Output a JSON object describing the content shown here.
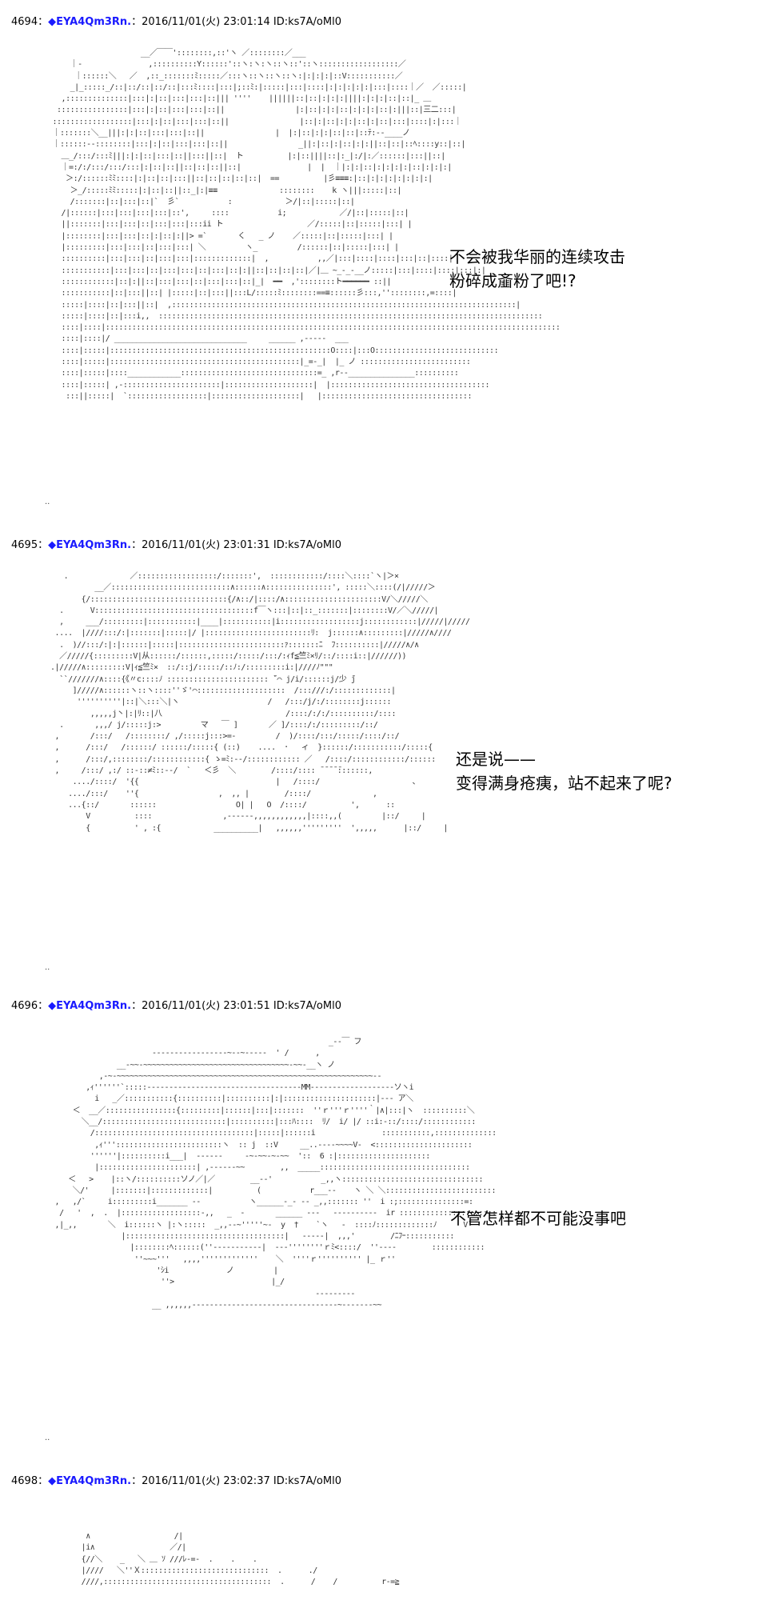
{
  "posts": [
    {
      "header": {
        "number": "4694",
        "separator": "：",
        "diamond": "◆",
        "trip": "EYA4Qm3Rn.",
        "separator2": "：",
        "datetime": "2016/11/01(火) 23:01:14 ID:ks7A/oMl0"
      },
      "dialogue": "不会被我华丽的连续攻击\n粉碎成齑粉了吧!?",
      "aa": "                     __／￣￣'::::::::,::'ヽ ／::::::::／___\n     ｜-               ,::::::::::Y::::::'::ヽ:ヽ:ヽ::ヽ::'::ヽ::::::::::::::::::／\n      ｜::::::＼   ／  ,::_:::::::ﾐ:::::／:::ヽ::ヽ::ヽ::ヽ:|:|:|:|::V:::::::::::／\n     _|_:::::_/::|::/::|::/::|:::ﾐ::::|:::|;::ﾐ:|:::::|:::|::::|:|:|:|:|:|:::|::::｜／  ／:::::|\n   ,::::::::::::::|:::|:|::|:::|:::|::||| ''''    ||||||::|::|:|:|:||||:|:|:|::|::|_ ＿\n  ::::::::::::::::|:::|:|::|:::|:::|::||                |:|::|:|:|::|:|:|:|::|:|||::|三二:::|\n ::::::::::::::::::|:::|:|::|:::|:::|::||                |::|:|::|:|:|::|:|::|:::|::::|:|:::｜\n ｜:::::::＼__|||:|:|::|:::|:::|::||                |  |:|::|:|:|::|::|::ﾃ:--____ノ\n ｜::::::--::::::::|:::|:|::|:::|:::|::||                _||:|::|:|::|:|:||::|::|::ﾍ::::y::|::|\n   ＿_/:::/:::ﾐ|||:|:|::|:::|::||:::||::|  ト          |:|::||||::|:_|:/|:／::::::|:::||::|\n   ｜=:/:/:::/:::/:::|:|::|::||::|::|::||::|               |  |  ｜|:|:|::|:|:|:|:|::|:|:|:|\n    ＞:/::::::ﾐﾐ::::|:|::|::|:::||::|::|::|::|::|  ==          |彡≡≡≡:|::|:|:|:|:|:|:|:|\n     ＞_/:::::ﾐﾐ:::::|:|::|::||::_|:|≡≡              ::::::::    k ヽ|||:::::|::|\n     /:::::::|::|:::|::|`  彡`           :            ＞/|::|:::::|::|\n   /|::::::|:::|:::|:::|:::|::',     ::::           i;            ／/|::|:::::|::|\n   ||:::::::|:::|:::|::|:::|:::|:::ii ト                   ／/:::::|::|:::::|:::| |\n   |::::::::|:::|:::|::|:|::|:||> =`       く   _ ノ    ／:::::|::|:::::|:::| |\n   |:::::::::|:::|:::|::|:::|:::| ＼         ヽ_         /::::::|::|:::::|:::| |\n   ::::::::::|:::|:::|::|:::|:::|:::::::::::::|  ,           ,,／|:::|::::|::::|:::|::|::::|\n   :::::::::::|:::|:::|::|:::|:::|::|:::|::|:||::|::|::|::|／|＿ ~_-_-__ノ:::::|:::|::::|::::|:::|:|\n   ::::::::::::|::|:||::|:::|:::|::|:::|:::|::|_|  ━━  ,'::::::::ト━━━━━━ ::||\n   :::::::::::|::|:::||::| |:::::|::|:::||:::L/:::::ﾐ::::::::==≡::::::彡:::,''::::::::,=::::|\n   :::::|::::|::|:::||::|  ,::::::::::::::::::::::::::::::::::::::::::::::::::::::::::::::::::::::::::::::|\n   :::::|::::|::|:::i,,  :::::::::::::::::::::::::::::::::::::::::::::::::::::::::::::::::::::::::::::::::::::::\n   ::::|::::|:::::::::::::::::::::::::::::::::::::::::::::::::::::::::::::::::::::::::::::::::::::::::::::::::::::::\n   ::::|::::|/ ______________________________     ______ ,-----  ___\n   ::::|:::::|::::::::::::::::::::::::::::::::::::::::::::::::::O::::|:::O::::::::::::::::::::::::::::\n   ::::|:::::|:::::::::::::::::::::::::::::::::::::::::::|_=-_|  |_ ノ :::::::::::::::::::::::::\n   ::::|:::::|::::____________:::::::::::::::::::::::::::::::=_ ,r--_______________::::::::::\n   ::::|:::::| ,-::::::::::::::::::::::|::::::::::::::::::::|  |::::::::::::::::::::::::::::::::::::\n    :::||:::::|  `::::::::::::::::::|::::::::::::::::::::|   |::::::::::::::::::::::::::::::::::"
    },
    {
      "header": {
        "number": "4695",
        "separator": "：",
        "diamond": "◆",
        "trip": "EYA4Qm3Rn.",
        "separator2": "：",
        "datetime": "2016/11/01(火) 23:01:31 ID:ks7A/oMl0"
      },
      "dialogue": "还是说——\n变得满身疮痍，站不起来了呢?",
      "aa": "     .              ／::::::::::::::::::/:::::::',  ::::::::::::/::::＼::::`ヽ|＞×\n            __／:::::::::::::::::::::::::::∧::::::∧:::::::::::::::', :::::＼::::(/|/////＞\n         {/:::::::::::::::::::::::::::::::{/∧::/|::::/∧::::::::::::::::::::::V/＼/////＼\n    .      V::::::::::::::::::::::::::::::::::::f￣ヽ:::|::|::_:::::::|::::::::V/／＼/////|\n    ,     ___/:::::::::|:::::::::::|____|:::::::::::|i::::::::::::::::::j::::::::::::|/////|/////\n   ....  |////:::/:|:::::::|:::::|/ |::::::::::::::::::::::::ﾘ:  j::::::∧:::::::::|/////∧////\n    .  )//:::/:|:|::::::|:::::|::::::::::::::::::::::::ｧ:::::::ﾆ  ﾌ::::::::::|/////∧/∧\n    ／/////{:::::::::V|从::::::/::::::,:::::/:::::/:::/:ｨf≦竺ﾐ×ﾘ/::/::::i::|//////))\n  .|/////∧:::::::::V|ｨ≦竺ﾐ×  ::/::j/:::::/::ﾉ:/:::::::::i:|////ﾉ\"\"\"\n    ``///////∧::::{《〃c::::ﾉ ::::::::::::::::::::::: ̄`⌒ j/i/::::::j/少 ̄j\n       ]/////∧::::::ヽ::ヽ::::''ゞ'⌒::::::::::::::::::::  /:::///:/:::::::::::::|\n        ''''''''''|::|＼:::＼|ヽ                    /   /:::/j/:/::::::::j::::::\n           ,,,,,j丶|:|ﾘ::|八                            /::::/:/:/::::::::::/::::\n    .       ,,,/ j/:::::j:>         マ   ￣ ]       ／ ]/::::/:/:::::::::/::/\n   ,       /:::/   /::::::::/ ,/:::::j:::>=-         /  )/::::/:::/:::::/::::/::/\n   ,      /:::/   /::::::/ ::::::/:::::{ (::)    ....  ･   ィ  }::::::/:::::::::::/:::::{\n   ,      /:::/,::::::::/::::::::::::{ ゝ=ﾐ:--/:::::::::::: ／   /::::/::::::::::::/::::::\n   ,     /:::/ ,:/ ::-::≠ﾐ::--/  `   ＜彡  ＼        /::::/:::: ̄ ̄ ̄ ̄ ̄:::::::,\n       ..../::::/  '{{                               |   /::::/                     ､\n      ..../:::/    ''{                  ,  ,, |        /::::/              ,\n      ...{::/       ::::::                  O| |   O  /::::/          ',      ::\n          V          ::::                ,------,,,,,,,,,,,,|::::,,(         |::/     |\n          {          ' , :{            __________|   ,,,,,,'''''''''  ',,,,,      |::/     |"
    },
    {
      "header": {
        "number": "4696",
        "separator": "：",
        "diamond": "◆",
        "trip": "EYA4Qm3Rn.",
        "separator2": "：",
        "datetime": "2016/11/01(火) 23:01:51 ID:ks7A/oMl0"
      },
      "dialogue": "不管怎样都不可能没事吧",
      "aa": "                                                                 _--￣ フ\n                         -----------------~--~-----  ' /      ,\n                 __-~~-~~~~~~~~~~~~~~~~~~~~~~~~~~~~~~~~~-~~-__ヽ ノ\n             ,-~-~~~~~~~~~~~~~~~~~~~~~~~~~~~~~~~~~~~~~~~~~~~~~~~~~~~~~~~~~~--\n          ,ｨ''''''`:::::-----------------------------------MM-------------------ソヽi\n            i   _／:::::::::::{::::::::::|::::::::::|:|:::::::::::::::::::::|--- ア＼\n       ＜  __／::::::::::::::::{:::::::::|::::::|:::|:::::::  ''ｒ'''ｒ''''｀|∧|:::|ヽ  ::::::::::＼\n         ＼__/::::::::::::::::::::::::::::|::::::::::|:::ﾊ::::  ﾘ/  i/ |/ ::i:-::/::::/::::::::::::\n           /::::::::::::::::::::::::::::::::::::|:::::|::::::i               :::::::::::,::::::::::::::\n            ,ｨ'''::::::::::::::::::::::::ヽ  :: j  ::V     __..----~~~~V-  <::::::::::::::::::::::\n           ''''''|::::::::::i___|  ------     -~-~~-~-~~  '::  6 :|:::::::::::::::::::::\n            |::::::::::::::::::::::| ,------~~        ,,  _____::::::::::::::::::::::::::::::::::\n      ＜   >    |::ヽ/::::::::::ソノ／|／        __--'           _,,ヽ::::::::::::::::::::::::::::::::\n       ＼/'     |:::::::|:::::::::::::|          (           r___--    ヽ ＼ ＼:::::::::::::::::::::::::\n   ,   ,/`     i:::::::::i_______ --           ヽ______-_- -- _,,::::::: ''  i :;:::::::::::::::=:\n    /   '  ,  .  |::::::::::::::::::-,,   _  -       ______ ---   ----------  ir ::::::::::::::::::::::\n   ,|_,,       ＼  i::::::ヽ |:ヽ:::::  _,,--~'''''~-  y  †    `ヽ   -  ::::ﾉ:::::::::::::ﾉ      V`\n                  |::::::::::::::::::::::::::::::::::::|   -----|  ,,,'        /ﾆﾌｰ:::::::::::\n                    |::::::::ﾍ::::::(''-----------|  ---''''''''ｒﾐ<::::/  ''----        ::::::::::::\n                     ''~~~'''   ,,,,'''''''''''''    ＼  ''''ｒ'''''''''' |_ ｒ''\n                          'ｼi             ノ         |\n                           ''>                      |_/\n                                                              ---------\n                         __ ,,,,,,---------------------------------~-------~~"
    },
    {
      "header": {
        "number": "4698",
        "separator": "：",
        "diamond": "◆",
        "trip": "EYA4Qm3Rn.",
        "separator2": "：",
        "datetime": "2016/11/01(火) 23:02:37 ID:ks7A/oMl0"
      },
      "aa": "          ∧                   /|\n         |i∧                 ／/|\n         {//＼    _   ＼ ＿ ｿ ///ﾚ-=-  .    .    .\n         |////   ＼''Ｘ:::::::::::::::::::::::::::::  .      ./\n         ////,::::::::::::::::::::::::::::::::::::::  .      /    /          r-=≧"
    }
  ],
  "dots": ".."
}
